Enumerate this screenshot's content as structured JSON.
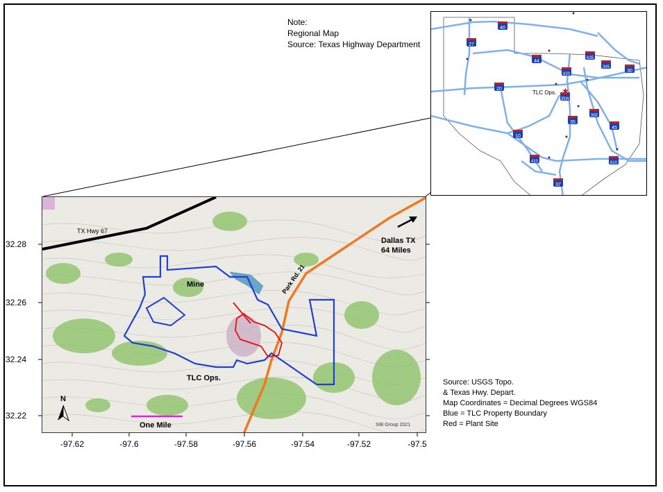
{
  "note": {
    "line1": "Note:",
    "line2": "Regional Map",
    "line3": "Source: Texas Highway Department"
  },
  "inset": {
    "highway_shields": [
      "40",
      "27",
      "44",
      "635",
      "345",
      "30",
      "820",
      "20",
      "35W",
      "35",
      "35E",
      "45",
      "10",
      "410",
      "37",
      "610"
    ],
    "site_label": "TLC Ops."
  },
  "main_map": {
    "labels": {
      "tx_hwy": "TX Hwy 67",
      "mine": "Mine",
      "park_rd": "Park Rd. 21",
      "dallas_line1": "Dallas TX",
      "dallas_line2": "64 Miles",
      "tlc_ops": "TLC Ops.",
      "one_mile": "One Mile",
      "credit": "SIB Group 2021",
      "north": "N"
    },
    "colors": {
      "property_boundary": "#1f3fd0",
      "plant_site": "#e01010",
      "park_road": "#f07820",
      "highway": "#000000",
      "scale_bar": "#e020e0",
      "water": "#6aa6c8",
      "vegetation": "#8fc36a"
    }
  },
  "axes": {
    "y_ticks": [
      "32.28",
      "32.26",
      "32.24",
      "32.22"
    ],
    "x_ticks": [
      "-97.62",
      "-97.6",
      "-97.58",
      "-97.56",
      "-97.54",
      "-97.52",
      "-97.5"
    ]
  },
  "source": {
    "line1": "Source: USGS Topo.",
    "line2": "& Texas Hwy. Depart.",
    "line3": "Map Coordinates = Decimal Degrees WGS84",
    "line4": "Blue = TLC Property Boundary",
    "line5": "Red = Plant Site"
  }
}
